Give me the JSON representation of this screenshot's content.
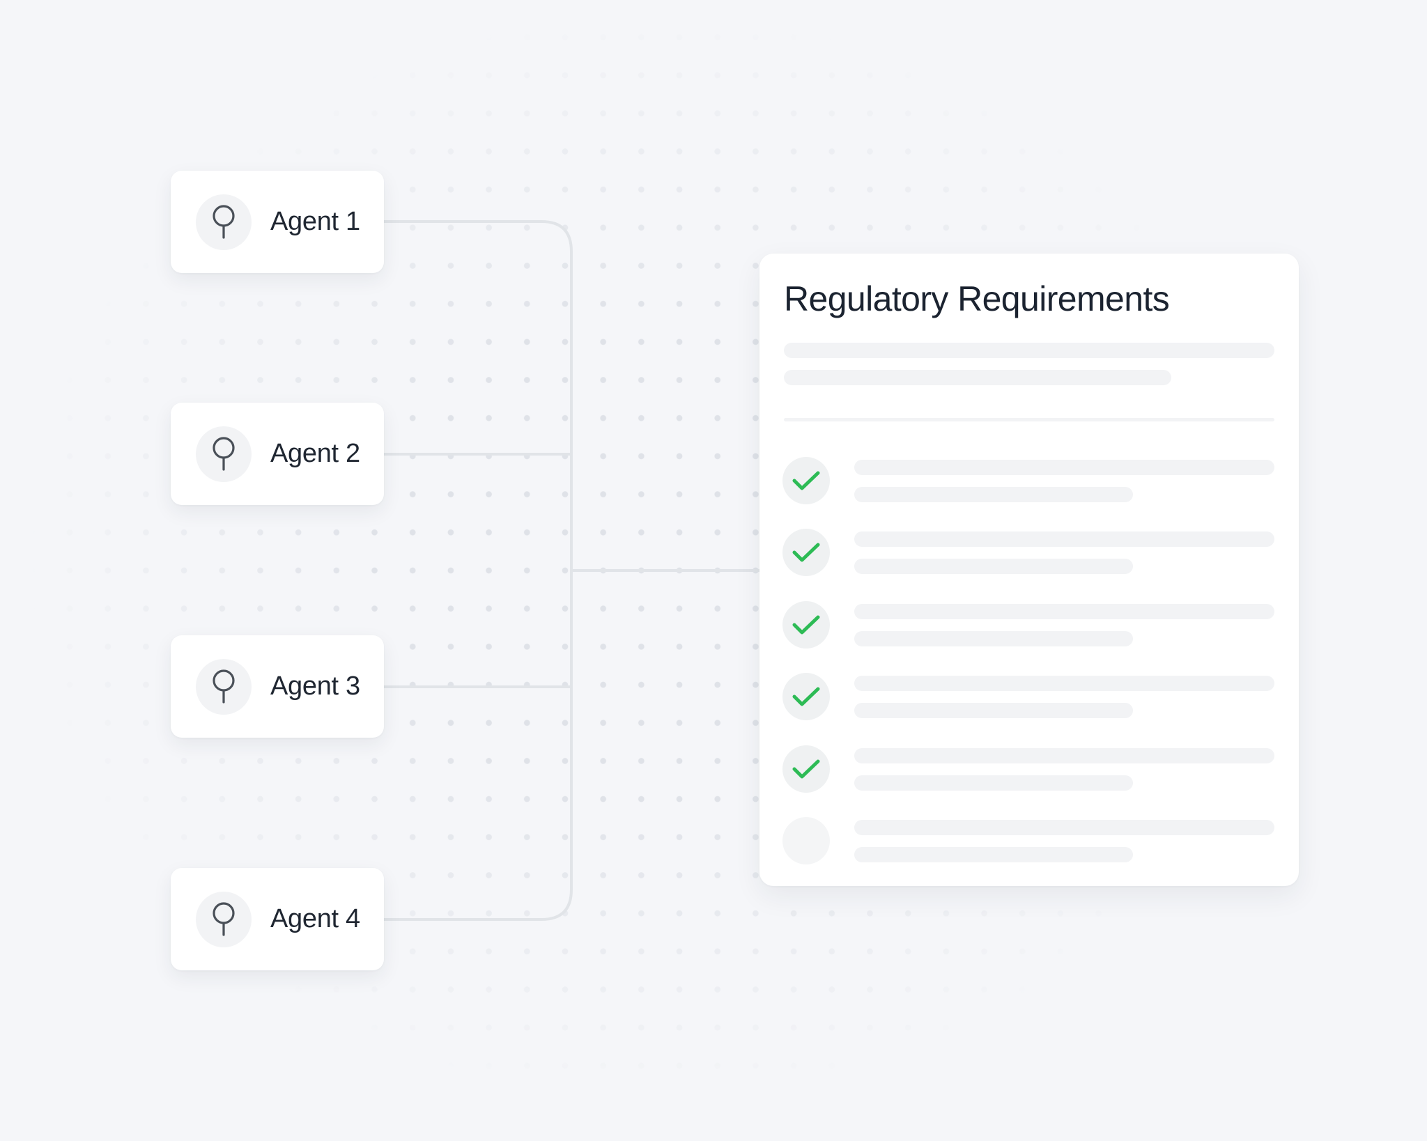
{
  "agents": [
    {
      "label": "Agent 1",
      "icon": "pin-icon"
    },
    {
      "label": "Agent 2",
      "icon": "pin-icon"
    },
    {
      "label": "Agent 3",
      "icon": "pin-icon"
    },
    {
      "label": "Agent 4",
      "icon": "pin-icon"
    }
  ],
  "requirements": {
    "title": "Regulatory Requirements",
    "items": [
      {
        "checked": true
      },
      {
        "checked": true
      },
      {
        "checked": true
      },
      {
        "checked": true
      },
      {
        "checked": true
      },
      {
        "checked": false
      }
    ]
  },
  "colors": {
    "background": "#f5f6f9",
    "connector": "#e1e4e8",
    "check": "#2dbb55",
    "text": "#1f2631"
  }
}
